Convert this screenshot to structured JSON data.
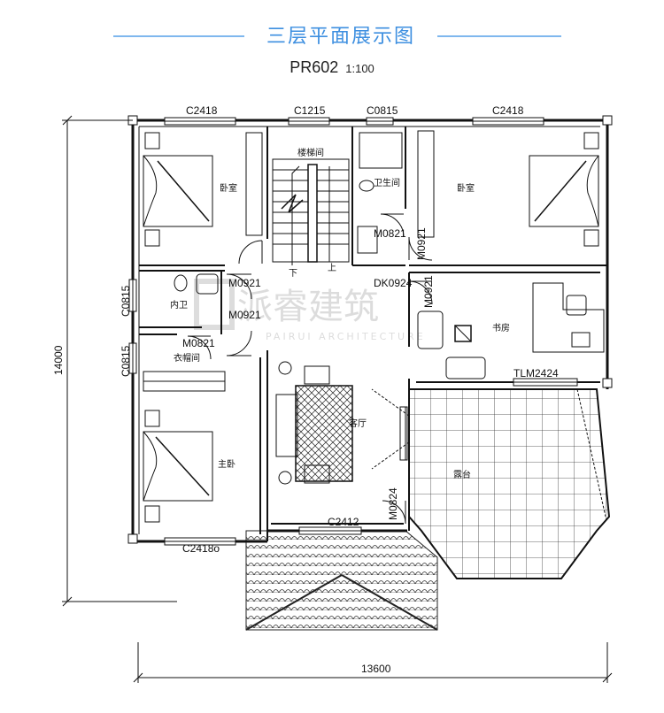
{
  "header": {
    "title": "三层平面展示图",
    "code": "PR602",
    "scale": "1:100"
  },
  "windows": {
    "c2418_tl": "C2418",
    "c1215": "C1215",
    "c0815_top": "C0815",
    "c2418_tr": "C2418",
    "c0815_l1": "C0815",
    "c0815_l2": "C0815",
    "c2418_bottom": "C2418o",
    "c2412": "C2412",
    "tlm2424": "TLM2424"
  },
  "doors": {
    "m0921_a": "M0921",
    "m0921_b": "M0921",
    "m0821_wc": "M0821",
    "m0921_wc": "M0921",
    "dk0924": "DK0924",
    "m0921_study": "M0921",
    "m0821_closet": "M0821",
    "m0824": "M0824"
  },
  "rooms": {
    "bedroom_left": "卧室",
    "stair": "楼梯间",
    "bathroom": "卫生间",
    "bedroom_right": "卧室",
    "inner_bath": "内卫",
    "closet": "衣帽间",
    "master": "主卧",
    "living": "客厅",
    "study": "书房",
    "terrace": "露台"
  },
  "stair_marks": {
    "down": "下",
    "up": "上"
  },
  "dimensions": {
    "height": "14000",
    "width": "13600"
  },
  "watermark": {
    "main": "派睿建筑",
    "sub": "PAIRUI ARCHITECTURE"
  }
}
